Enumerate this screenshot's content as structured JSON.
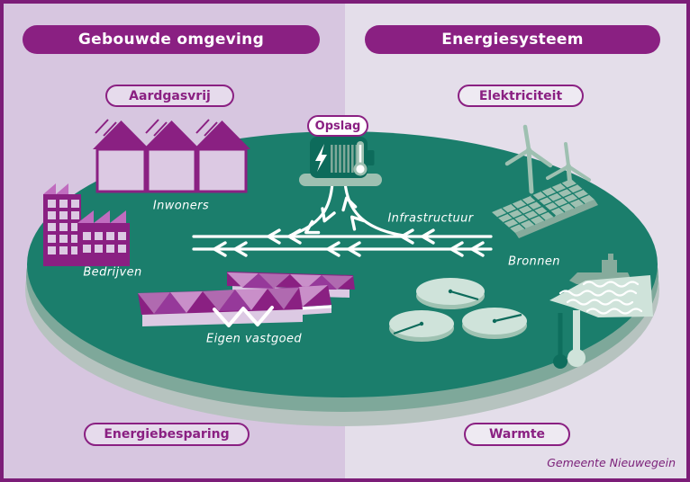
{
  "headers": {
    "left": "Gebouwde omgeving",
    "right": "Energiesysteem"
  },
  "badges": {
    "aardgasvrij": "Aardgasvrij",
    "elektriciteit": "Elektriciteit",
    "opslag": "Opslag",
    "energiebesparing": "Energiebesparing",
    "warmte": "Warmte"
  },
  "platform_labels": {
    "inwoners": "Inwoners",
    "bedrijven": "Bedrijven",
    "eigen_vastgoed": "Eigen vastgoed",
    "infrastructuur": "Infrastructuur",
    "bronnen": "Bronnen"
  },
  "footer": {
    "credit": "Gemeente Nieuwegein"
  },
  "icons": {
    "storage": "battery-with-lightning-and-thermometer-icon",
    "residents": "row-houses-icon",
    "companies": "office-and-factory-icon",
    "own_real_estate": "faceted-roof-buildings-icon",
    "power_sources": "solar-panels-and-wind-turbines-icon",
    "heat_sources": "heat-well-discs-icon",
    "water": "surface-water-with-boat-icon",
    "probes": "geothermal-probes-icon",
    "flows": "white-flow-arrows"
  },
  "colors": {
    "frame_purple": "#7c1d78",
    "pill_purple": "#8a2082",
    "left_background": "#d7c6e0",
    "right_background": "#e4deea",
    "platform_teal": "#1b7e6c",
    "platform_rim_mid": "#7ea89a",
    "platform_rim_light": "#b6c3bf",
    "icon_sage": "#9ec0b1",
    "icon_light_green": "#cfe3da",
    "building_purple": "#8a2082",
    "building_light": "#dcc9e3",
    "arrow_white": "#ffffff"
  }
}
